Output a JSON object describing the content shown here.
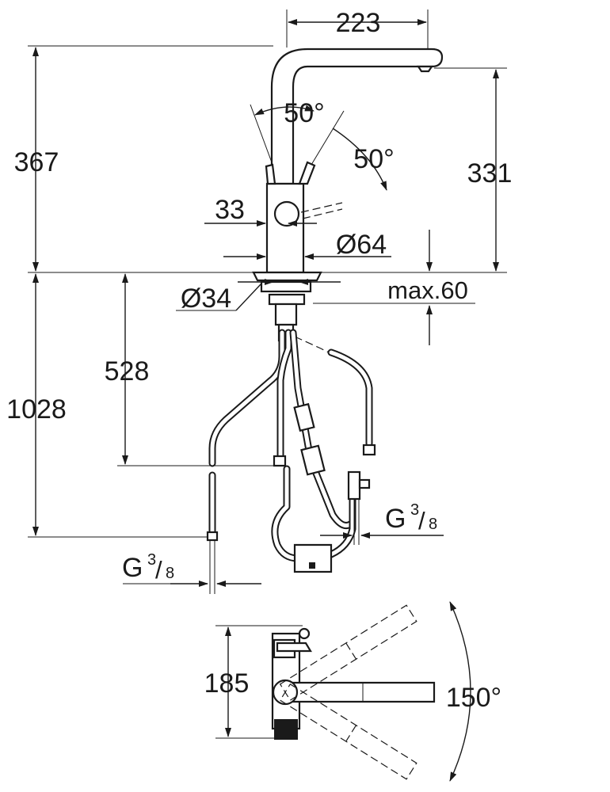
{
  "dimensions": {
    "spout_reach": "223",
    "total_height": "367",
    "spout_height": "331",
    "lever_angle_left": "50°",
    "lever_angle_right": "50°",
    "lever_offset": "33",
    "base_diameter": "Ø64",
    "hole_diameter": "Ø34",
    "max_deck_thickness": "max.60",
    "supply_length": "528",
    "hose_length": "1028",
    "thread_right": {
      "letter": "G",
      "num": "3",
      "den": "8"
    },
    "thread_left": {
      "letter": "G",
      "num": "3",
      "den": "8"
    },
    "plan_height": "185",
    "swivel_angle": "150°"
  },
  "colors": {
    "ink": "#1a1a1a",
    "background": "#ffffff"
  }
}
